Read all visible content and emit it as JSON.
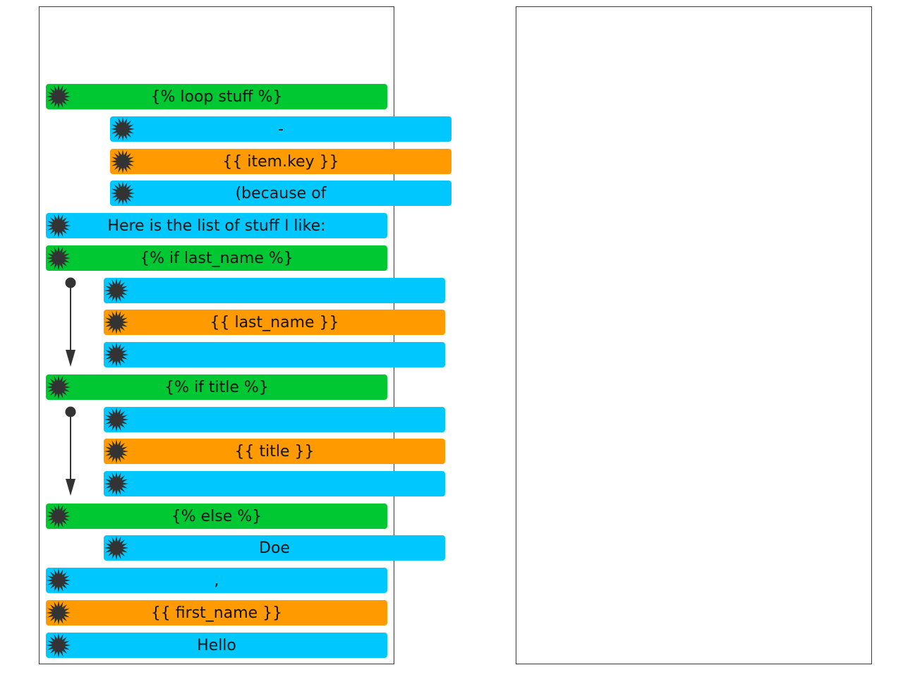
{
  "colors": {
    "control": "#00c832",
    "text": "#00c8ff",
    "variable": "#ff9a00",
    "burst": "#333333",
    "panel_border": "#3a3a3a"
  },
  "panels": {
    "left": "",
    "right": ""
  },
  "blocks": [
    {
      "label": "{% loop stuff %}",
      "kind": "control",
      "icon": "burst-handle-icon"
    },
    {
      "label": "-",
      "kind": "text",
      "icon": "burst-handle-icon"
    },
    {
      "label": "{{ item.key }}",
      "kind": "variable",
      "icon": "burst-handle-icon"
    },
    {
      "label": "(because of",
      "kind": "text",
      "icon": "burst-handle-icon"
    },
    {
      "label": "Here is the list of stuff I like:",
      "kind": "text",
      "icon": "burst-handle-icon"
    },
    {
      "label": "{% if last_name %}",
      "kind": "control",
      "icon": "burst-handle-icon"
    },
    {
      "label": "",
      "kind": "text",
      "icon": "burst-handle-icon"
    },
    {
      "label": "{{ last_name }}",
      "kind": "variable",
      "icon": "burst-handle-icon"
    },
    {
      "label": "",
      "kind": "text",
      "icon": "burst-handle-icon"
    },
    {
      "label": "{% if title %}",
      "kind": "control",
      "icon": "burst-handle-icon"
    },
    {
      "label": "",
      "kind": "text",
      "icon": "burst-handle-icon"
    },
    {
      "label": "{{ title }}",
      "kind": "variable",
      "icon": "burst-handle-icon"
    },
    {
      "label": "",
      "kind": "text",
      "icon": "burst-handle-icon"
    },
    {
      "label": "{% else %}",
      "kind": "control",
      "icon": "burst-handle-icon"
    },
    {
      "label": "Doe",
      "kind": "text",
      "icon": "burst-handle-icon"
    },
    {
      "label": ",",
      "kind": "text",
      "icon": "burst-handle-icon"
    },
    {
      "label": "{{ first_name }}",
      "kind": "variable",
      "icon": "burst-handle-icon"
    },
    {
      "label": "Hello",
      "kind": "text",
      "icon": "burst-handle-icon"
    }
  ]
}
